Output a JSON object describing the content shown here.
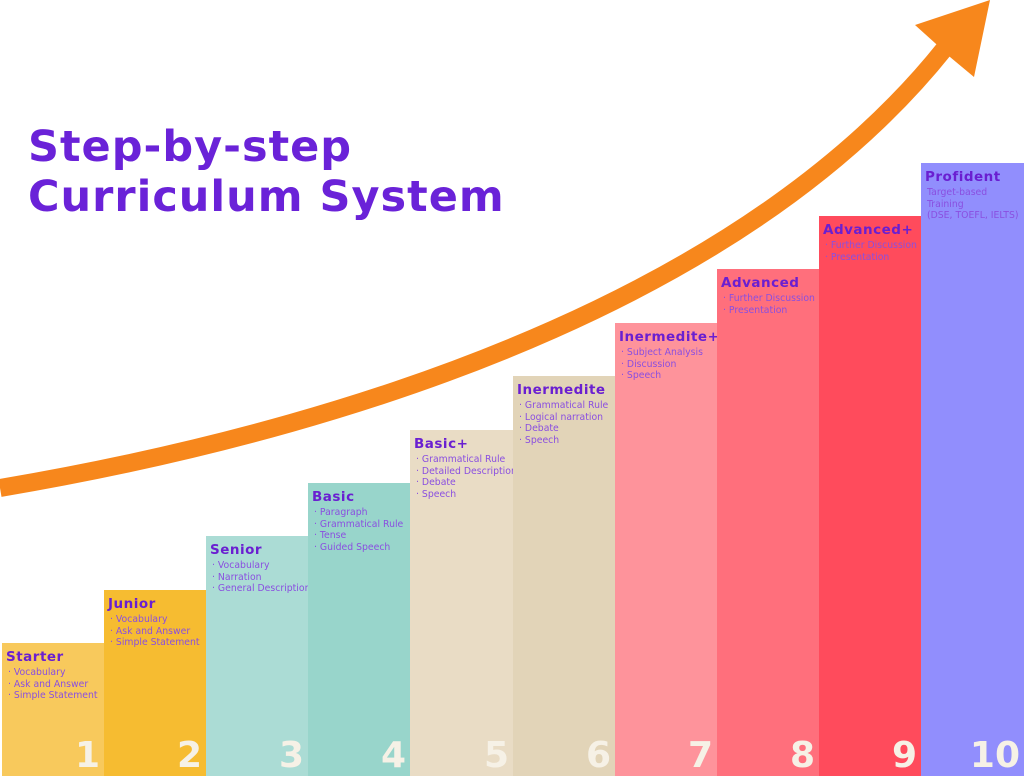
{
  "title": {
    "line1": "Step-by-step",
    "line2": "Curriculum System"
  },
  "colors": {
    "title": "#6a22d8",
    "arrow": "#f7871c"
  },
  "steps": [
    {
      "number": "1",
      "name": "Starter",
      "items": [
        "Vocabulary",
        "Ask and Answer",
        "Simple Statement"
      ],
      "color": "#f8c95c"
    },
    {
      "number": "2",
      "name": "Junior",
      "items": [
        "Vocabulary",
        "Ask and Answer",
        "Simple Statement"
      ],
      "color": "#f6bc31"
    },
    {
      "number": "3",
      "name": "Senior",
      "items": [
        "Vocabulary",
        "Narration",
        "General Description"
      ],
      "color": "#abdcd5"
    },
    {
      "number": "4",
      "name": "Basic",
      "items": [
        "Paragraph",
        "Grammatical Rule",
        "Tense",
        "Guided Speech"
      ],
      "color": "#98d5cb"
    },
    {
      "number": "5",
      "name": "Basic+",
      "items": [
        "Grammatical Rule",
        "Detailed Description",
        "Debate",
        "Speech"
      ],
      "color": "#e9dcc5"
    },
    {
      "number": "6",
      "name": "Inermedite",
      "items": [
        "Grammatical Rule",
        "Logical narration",
        "Debate",
        "Speech"
      ],
      "color": "#e2d4b8"
    },
    {
      "number": "7",
      "name": "Inermedite+",
      "items": [
        "Subject Analysis",
        "Discussion",
        "Speech"
      ],
      "color": "#fe939b"
    },
    {
      "number": "8",
      "name": "Advanced",
      "items": [
        "Further Discussion",
        "Presentation"
      ],
      "color": "#ff6f7c"
    },
    {
      "number": "9",
      "name": "Advanced+",
      "items": [
        "Further Discussion",
        "Presentation"
      ],
      "color": "#ff4b5c"
    },
    {
      "number": "10",
      "name": "Profident",
      "items": [
        "Target-based",
        "Training",
        "(DSE, TOEFL, IELTS)"
      ],
      "color": "#918efd"
    }
  ]
}
